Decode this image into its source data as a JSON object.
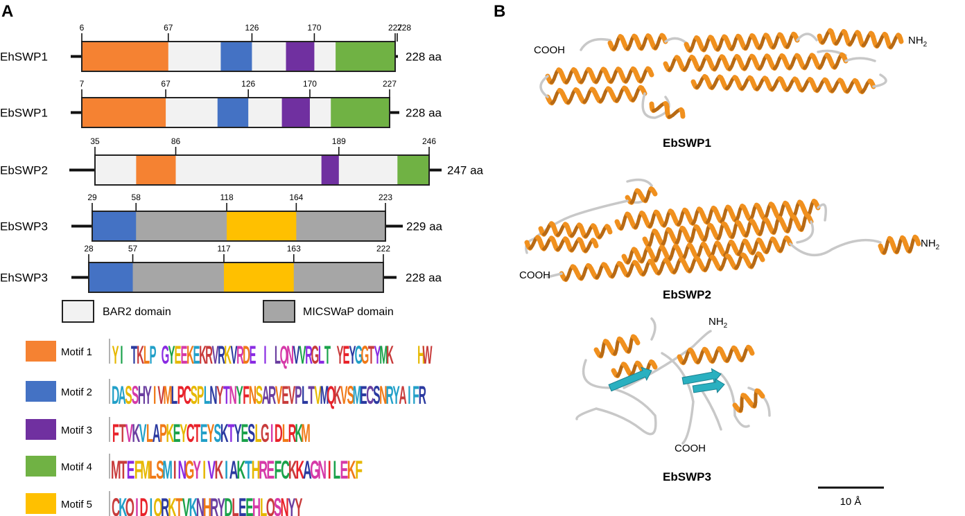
{
  "panels": [
    {
      "letter": "A"
    },
    {
      "letter": "B"
    }
  ],
  "colors": {
    "motif1": "#f58232",
    "motif2": "#4472c4",
    "motif3": "#7030a0",
    "motif4": "#70b244",
    "motif5": "#ffc000",
    "bar2": "#f2f2f2",
    "micswap": "#a6a6a6",
    "helix": "#f0901e",
    "sheet": "#2ab0c0",
    "coil": "#c8c8c8"
  },
  "proteins": [
    {
      "name": "EhSWP1",
      "length_label": "228 aa",
      "length": 228,
      "domain_type": "bar2",
      "domain_start": 6,
      "domain_end": 227,
      "tick_labels": [
        "6",
        "67",
        "126",
        "170",
        "227",
        "228"
      ],
      "ticks": [
        6,
        67,
        126,
        170,
        227,
        228
      ],
      "motifs": [
        {
          "motif": "motif1",
          "start": 6,
          "end": 67
        },
        {
          "motif": "motif2",
          "start": 104,
          "end": 126
        },
        {
          "motif": "motif3",
          "start": 150,
          "end": 170
        },
        {
          "motif": "motif4",
          "start": 185,
          "end": 227
        }
      ]
    },
    {
      "name": "EbSWP1",
      "length_label": "228 aa",
      "length": 228,
      "domain_type": "bar2",
      "domain_start": 7,
      "domain_end": 227,
      "tick_labels": [
        "7",
        "67",
        "126",
        "170",
        "227"
      ],
      "ticks": [
        7,
        67,
        126,
        170,
        227
      ],
      "motifs": [
        {
          "motif": "motif1",
          "start": 7,
          "end": 67
        },
        {
          "motif": "motif2",
          "start": 104,
          "end": 126
        },
        {
          "motif": "motif3",
          "start": 150,
          "end": 170
        },
        {
          "motif": "motif4",
          "start": 185,
          "end": 227
        }
      ]
    },
    {
      "name": "EbSWP2",
      "length_label": "247 aa",
      "length": 247,
      "domain_type": "bar2",
      "domain_start": 35,
      "domain_end": 246,
      "tick_labels": [
        "35",
        "86",
        "189",
        "246"
      ],
      "ticks": [
        35,
        86,
        189,
        246
      ],
      "motifs": [
        {
          "motif": "motif1",
          "start": 61,
          "end": 86
        },
        {
          "motif": "motif3",
          "start": 178,
          "end": 189
        },
        {
          "motif": "motif4",
          "start": 226,
          "end": 246
        }
      ]
    },
    {
      "name": "EbSWP3",
      "length_label": "229 aa",
      "length": 229,
      "domain_type": "micswap",
      "domain_start": 29,
      "domain_end": 223,
      "tick_labels": [
        "29",
        "58",
        "118",
        "164",
        "223"
      ],
      "ticks": [
        29,
        58,
        118,
        164,
        223
      ],
      "motifs": [
        {
          "motif": "motif2",
          "start": 29,
          "end": 58
        },
        {
          "motif": "motif5",
          "start": 118,
          "end": 164
        }
      ]
    },
    {
      "name": "EhSWP3",
      "length_label": "228 aa",
      "length": 228,
      "domain_type": "micswap",
      "domain_start": 28,
      "domain_end": 222,
      "tick_labels": [
        "28",
        "57",
        "117",
        "163",
        "222"
      ],
      "ticks": [
        28,
        57,
        117,
        163,
        222
      ],
      "motifs": [
        {
          "motif": "motif2",
          "start": 28,
          "end": 57
        },
        {
          "motif": "motif5",
          "start": 117,
          "end": 163
        }
      ]
    }
  ],
  "domain_legend": [
    {
      "label": "BAR2 domain",
      "color_key": "bar2"
    },
    {
      "label": "MICSWaP domain",
      "color_key": "micswap"
    }
  ],
  "motif_legend": [
    {
      "label": "Motif 1",
      "color_key": "motif1",
      "logo": "YIxTKLPxGYEEKEKRVRKVRDExIxLQNVVRGLTxYEYGGTYMKxxxxHW"
    },
    {
      "label": "Motif 2",
      "color_key": "motif2",
      "logo": "DASSHYIVMLPCSPLNYTNYFNSARVEVPLTVMQKVSMECSNRYAIFR"
    },
    {
      "label": "Motif 3",
      "color_key": "motif3",
      "logo": "FTVKVLAPKEYCTEYSKTYESLGIDLRKM"
    },
    {
      "label": "Motif 4",
      "color_key": "motif4",
      "logo": "MTEFMLSMINGYIVKIAKTHREFCKKAGNILEKF"
    },
    {
      "label": "Motif 5",
      "color_key": "motif5",
      "logo": "CKQIDIQRKTVKNHRYDLEEHLQSNYY"
    }
  ],
  "structures": [
    {
      "name": "EbSWP1",
      "n_term": "NH",
      "n_sub": "2",
      "c_term": "COOH"
    },
    {
      "name": "EbSWP2",
      "n_term": "NH",
      "n_sub": "2",
      "c_term": "COOH"
    },
    {
      "name": "EbSWP3",
      "n_term": "NH",
      "n_sub": "2",
      "c_term": "COOH"
    }
  ],
  "scale_bar": {
    "label": "10 Å"
  }
}
